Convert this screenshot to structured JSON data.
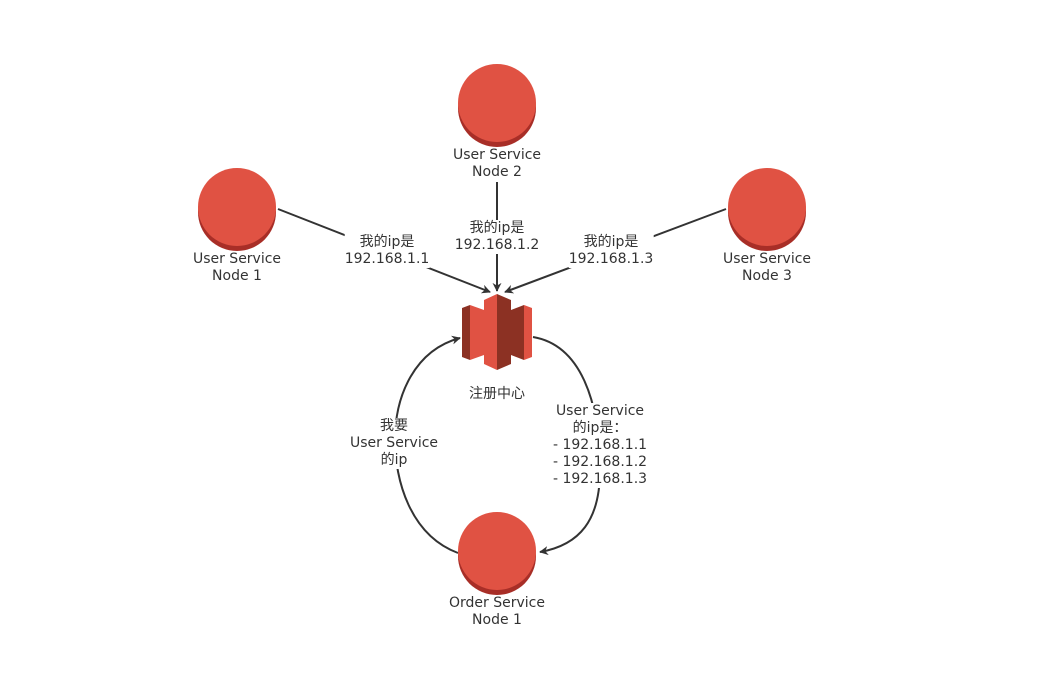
{
  "colors": {
    "node_fill": "#e05243",
    "node_shadow": "#a82e27",
    "edge": "#333333",
    "registry_light": "#e05243",
    "registry_dark": "#8c3123"
  },
  "nodes": {
    "user_node_1": {
      "line1": "User Service",
      "line2": "Node 1",
      "icon": "circle-node-icon"
    },
    "user_node_2": {
      "line1": "User Service",
      "line2": "Node 2",
      "icon": "circle-node-icon"
    },
    "user_node_3": {
      "line1": "User Service",
      "line2": "Node 3",
      "icon": "circle-node-icon"
    },
    "order_node_1": {
      "line1": "Order Service",
      "line2": "Node 1",
      "icon": "circle-node-icon"
    },
    "registry": {
      "label": "注册中心",
      "icon": "registry-icon"
    }
  },
  "edges": {
    "from_node_1": {
      "line1": "我的ip是",
      "line2": "192.168.1.1"
    },
    "from_node_2": {
      "line1": "我的ip是",
      "line2": "192.168.1.2"
    },
    "from_node_3": {
      "line1": "我的ip是",
      "line2": "192.168.1.3"
    },
    "order_request": {
      "line1": "我要",
      "line2": "User Service",
      "line3": "的ip"
    },
    "registry_response": {
      "line1": "User Service",
      "line2": "的ip是：",
      "line3": "- 192.168.1.1",
      "line4": "- 192.168.1.2",
      "line5": "- 192.168.1.3"
    }
  }
}
